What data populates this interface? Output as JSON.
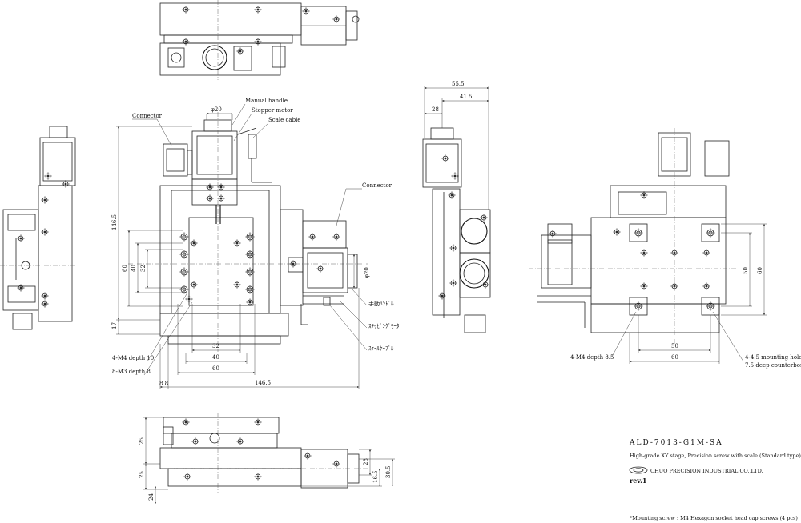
{
  "drawing": {
    "model": "ALD-7013-G1M-SA",
    "description": "High-grade XY stage, Precision screw with scale (Standard type)",
    "company": "CHUO PRECISION INDUSTRIAL CO.,LTD.",
    "revision": "rev.1",
    "note": "*Mounting screw : M4 Hexagon socket head cap screws (4 pcs)"
  },
  "labels": {
    "connector_top": "Connector",
    "manual_handle": "Manual handle",
    "stepper_motor": "Stepper motor",
    "scale_cable": "Scale cable",
    "connector_right": "Connector",
    "jp_manual_handle": "手動ﾊﾝﾄﾞﾙ",
    "jp_stepper_motor": "ｽﾃｯﾋﾟﾝｸﾞﾓｰﾀ",
    "jp_scale_cable": "ｽｹｰﾙｹｰﾌﾞﾙ",
    "m4_depth10": "4-M4 depth 10",
    "m3_depth8": "8-M3 depth 8",
    "m4_depth85": "4-M4 depth 8.5",
    "mount_hole_1": "4-4.5 mounting hole,",
    "mount_hole_2": "7.5 deep counterbore"
  },
  "dimensions": {
    "phi20_top": "φ20",
    "phi20_right": "φ20",
    "d146_5_v": "146.5",
    "d60_v": "60",
    "d40_v": "40",
    "d32_v": "32",
    "d17_v": "17",
    "d32_h": "32",
    "d40_h": "40",
    "d60_h": "60",
    "d146_5_h": "146.5",
    "d8_8": "8.8",
    "d55_5": "55.5",
    "d41_5": "41.5",
    "d28_side": "28",
    "d50_v": "50",
    "d60_v_r": "60",
    "d50_h": "50",
    "d60_h_r": "60",
    "d25_a": "25",
    "d25_b": "25",
    "d24": "24",
    "d28_bot": "28",
    "d16_5": "16.5",
    "d30_5": "30.5"
  }
}
